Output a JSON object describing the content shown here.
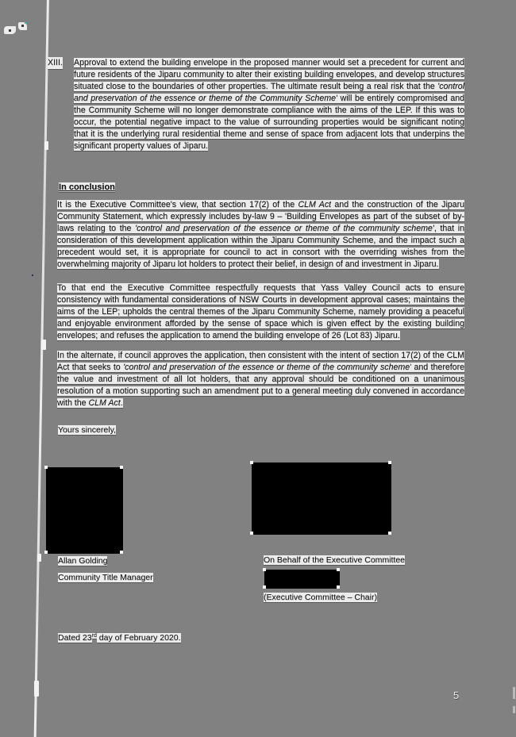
{
  "letter": {
    "item_xiii": {
      "label": "XIII.",
      "segments": [
        {
          "text": "Approval to extend the building envelope in the proposed manner would set a precedent for current and future residents of the Jiparu community to alter their existing building envelopes, and develop structures situated close to the boundaries of other properties. The ultimate result being a real risk that the "
        },
        {
          "text": "'control and preservation of the essence or theme of the Community Scheme'",
          "italic": true
        },
        {
          "text": " will be entirely compromised and the Community Scheme will no longer demonstrate compliance with the aims of the LEP. If this was to occur, the potential negative impact to the value of surrounding properties would be significant noting that it is the underlying rural residential theme and sense of space from adjacent lots that underpins the significant property values of Jiparu."
        }
      ]
    },
    "conclusion": {
      "heading": "In conclusion",
      "para1_segments": [
        {
          "text": "It is the Executive Committee's view, that section 17(2) of the "
        },
        {
          "text": "CLM Act",
          "italic": true
        },
        {
          "text": " and the construction of the Jiparu Community Statement, which expressly includes by-law 9 – 'Building Envelopes as part of the subset of by-laws relating to the "
        },
        {
          "text": "'control and preservation of the essence or theme of the community scheme'",
          "italic": true
        },
        {
          "text": ", that in consideration of this development application within the Jiparu Community Scheme, and the impact such a precedent would set, it is appropriate for council to act in consort with the overriding wishes from the overwhelming majority of Jiparu lot holders to protect their belief, in design of and investment in Jiparu."
        }
      ],
      "para2_segments": [
        {
          "text": "To that end the Executive Committee respectfully requests that Yass Valley Council acts to ensure consistency with fundamental considerations of NSW Courts in development approval cases; maintains the aims of the LEP; upholds the central themes of the Jiparu Community Scheme, namely providing a peaceful and enjoyable environment afforded by the sense of space which is given effect by the existing building envelopes; and refuses the application to amend the building envelope of 26 (Lot 83) Jiparu."
        }
      ],
      "para3_segments": [
        {
          "text": "In the alternate, if council approves the application, then consistent with the intent of section 17(2) of the CLM Act that seeks to "
        },
        {
          "text": "'control and preservation of the essence or theme of the community scheme'",
          "italic": true
        },
        {
          "text": " and therefore the value and investment of all lot holders, that any approval should be conditioned on a unanimous resolution of a motion supporting such an amendment put to a general meeting duly convened in accordance with the "
        },
        {
          "text": "CLM Act",
          "italic": true
        },
        {
          "text": "."
        }
      ]
    },
    "closing": "Yours sincerely,",
    "signature_left": {
      "name": "Allan Golding",
      "title": "Community Title Manager"
    },
    "signature_right": {
      "on_behalf": "On Behalf of the Executive Committee",
      "role": "(Executive Committee – Chair)"
    },
    "dated_segments": [
      {
        "text": "Dated 23"
      },
      {
        "text": "rd",
        "sup": true
      },
      {
        "text": " day of February 2020."
      }
    ],
    "page_number": "5"
  }
}
